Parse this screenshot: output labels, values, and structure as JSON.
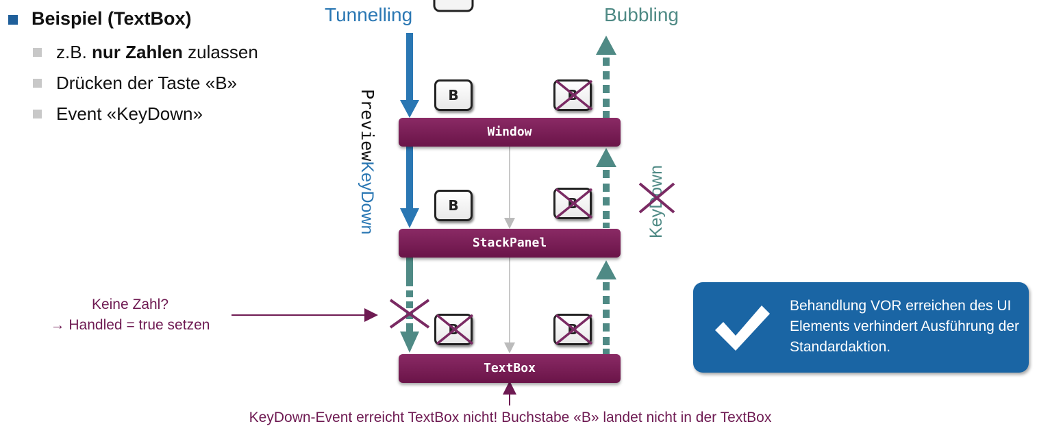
{
  "heading": "Beispiel (TextBox)",
  "bullets": {
    "item1_prefix": "z.B.",
    "item1_bold": "nur Zahlen",
    "item1_suffix": "zulassen",
    "item2": "Drücken der Taste «B»",
    "item3": "Event «KeyDown»"
  },
  "diagram": {
    "tunnelling_label": "Tunnelling",
    "bubbling_label": "Bubbling",
    "preview_label": "Preview",
    "keydown_label": "KeyDown",
    "bubbling_keydown_label": "KeyDown",
    "key_letter": "B",
    "elements": [
      "Window",
      "StackPanel",
      "TextBox"
    ],
    "colors": {
      "tunnel": "#2a77b3",
      "bubble": "#4f8a85",
      "element_bar": "#7a1e58",
      "cross": "#7a2a63"
    }
  },
  "note": {
    "line1": "Keine Zahl?",
    "line2": "→ Handled = true setzen"
  },
  "bottom_note": "KeyDown-Event erreicht TextBox nicht! Buchstabe «B» landet nicht in der TextBox",
  "callout": {
    "text": "Behandlung VOR erreichen des UI Elements verhindert Ausführung der Standardaktion.",
    "icon": "checkmark-icon"
  }
}
